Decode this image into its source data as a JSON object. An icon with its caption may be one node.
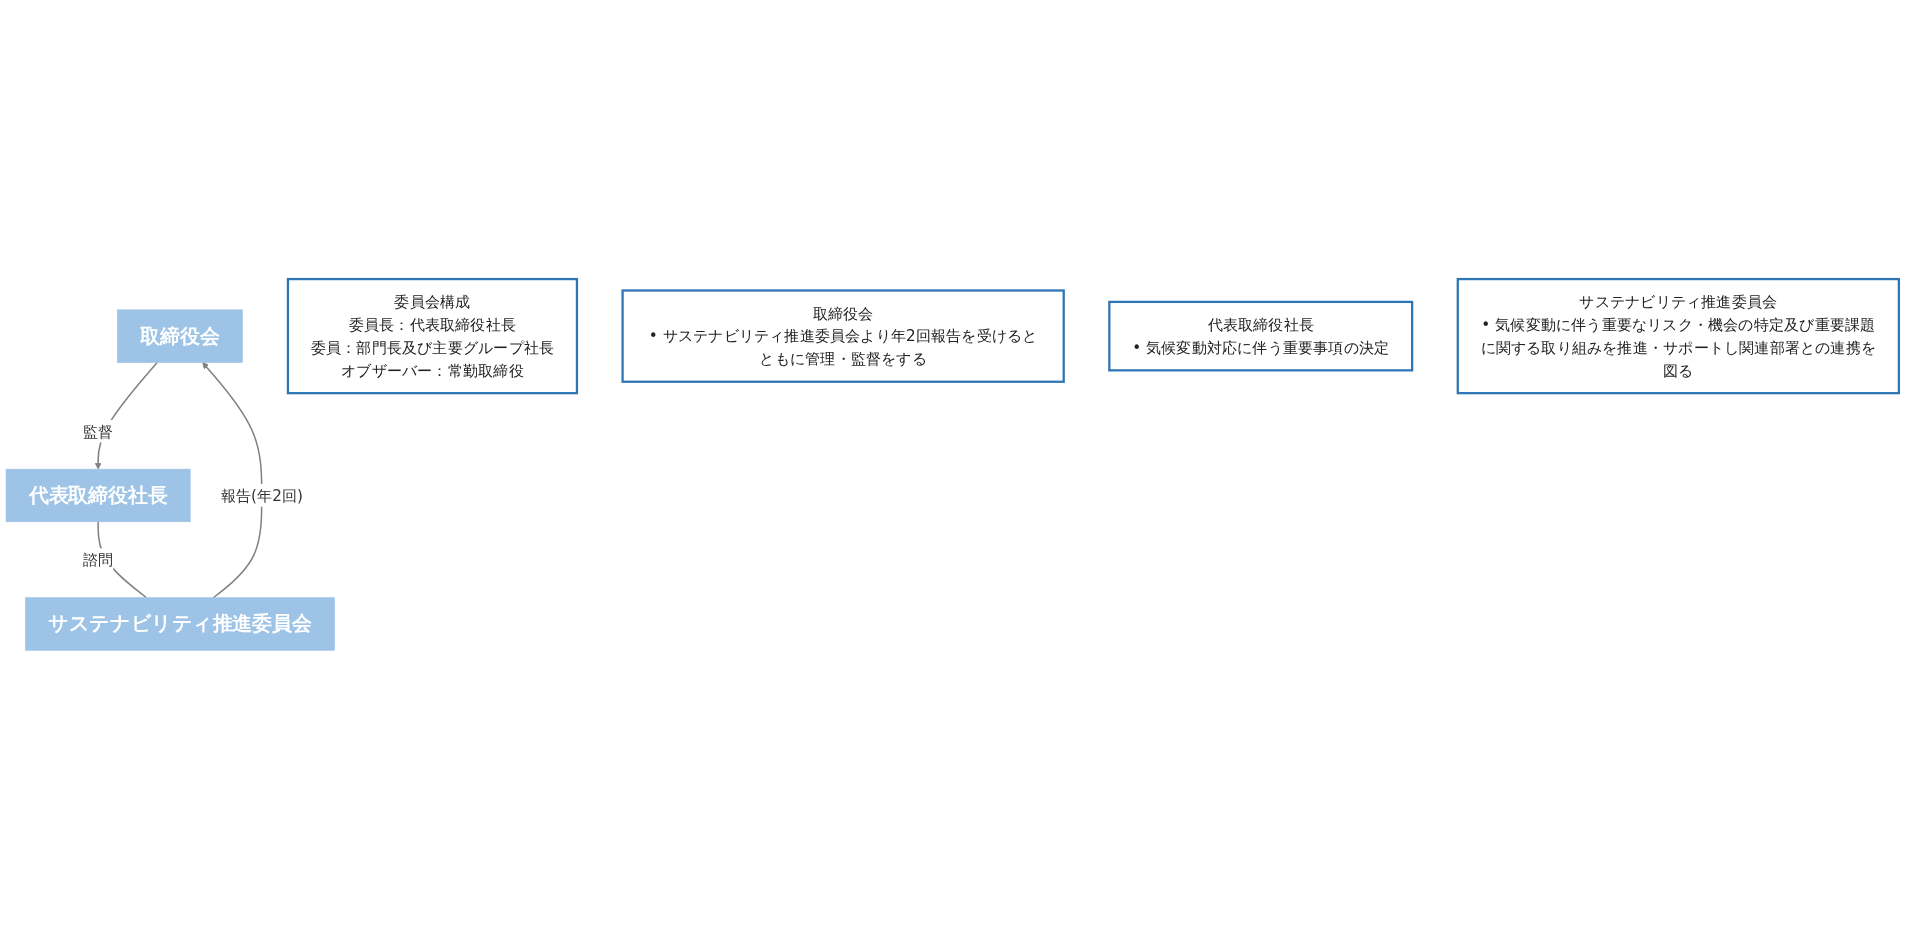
{
  "diagram": {
    "nodes": [
      {
        "text": [
          "取締役会"
        ]
      },
      {
        "text": [
          "代表取締役社長"
        ]
      },
      {
        "text": [
          "サステナビリティ推進委員会"
        ]
      },
      {
        "text": [
          "委員会構成",
          "委員長：代表取締役社長",
          "委員：部門長及び主要グループ社長",
          "オブザーバー：常勤取締役"
        ]
      },
      {
        "text": [
          "取締役会",
          "• サステナビリティ推進委員会より年2回報告を受けるとともに管理・監督をする"
        ]
      },
      {
        "text": [
          "代表取締役社長",
          "• 気候変動対応に伴う重要事項の決定"
        ]
      },
      {
        "text": [
          "サステナビリティ推進委員会",
          "• 気候変動に伴う重要なリスク・機会の特定及び重要課題に関する取り組みを推進・サポートし関連部署との連携を図る"
        ]
      }
    ],
    "edges": [
      {
        "from": 2,
        "to": 0,
        "arrow": "to",
        "label": "報告(年2回)"
      },
      {
        "from": 0,
        "to": 1,
        "arrow": "to",
        "label": "監督"
      },
      {
        "from": 1,
        "to": 2,
        "arrow": "none",
        "label": "諮問"
      }
    ]
  }
}
